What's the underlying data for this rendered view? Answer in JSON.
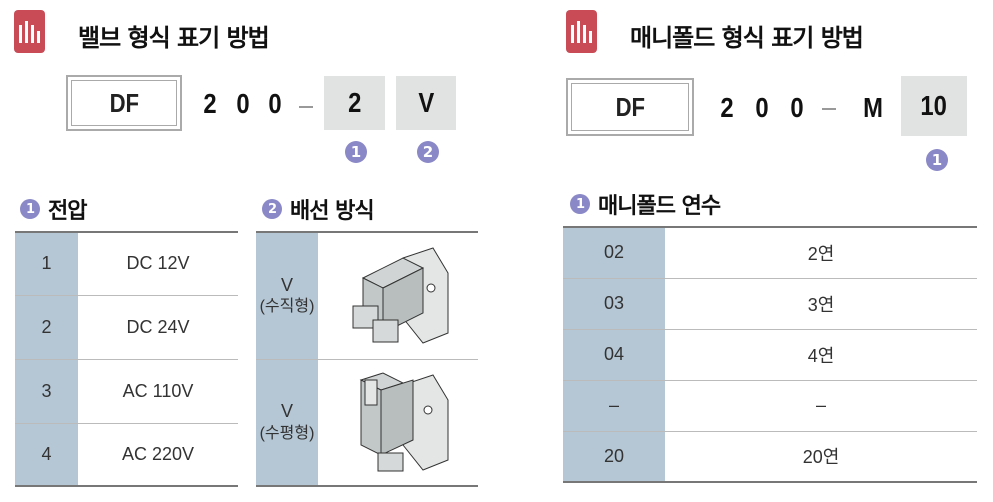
{
  "valve": {
    "title": "밸브 형식 표기 방법",
    "code": {
      "prefix": "DF",
      "digits": [
        "2",
        "0",
        "0"
      ],
      "field1": "2",
      "field2": "V",
      "marker1": "1",
      "marker2": "2"
    },
    "voltage": {
      "marker": "1",
      "heading": "전압",
      "rows": [
        [
          "1",
          "DC 12V"
        ],
        [
          "2",
          "DC 24V"
        ],
        [
          "3",
          "AC 110V"
        ],
        [
          "4",
          "AC 220V"
        ]
      ]
    },
    "wiring": {
      "marker": "2",
      "heading": "배선 방식",
      "rows": [
        {
          "code": "V",
          "label": "(수직형)"
        },
        {
          "code": "V",
          "label": "(수평형)"
        }
      ]
    }
  },
  "manifold": {
    "title": "매니폴드 형식 표기 방법",
    "code": {
      "prefix": "DF",
      "digits": [
        "2",
        "0",
        "0"
      ],
      "letter": "M",
      "field1": "10",
      "marker1": "1"
    },
    "stations": {
      "marker": "1",
      "heading": "매니폴드 연수",
      "rows": [
        [
          "02",
          "2연"
        ],
        [
          "03",
          "3연"
        ],
        [
          "04",
          "4연"
        ],
        [
          "–",
          "–"
        ],
        [
          "20",
          "20연"
        ]
      ]
    }
  },
  "colors": {
    "icon": "#c94b56",
    "header_cell": "#b5c7d5",
    "code_box": "#e0e3e1",
    "marker": "#8a88c6"
  }
}
